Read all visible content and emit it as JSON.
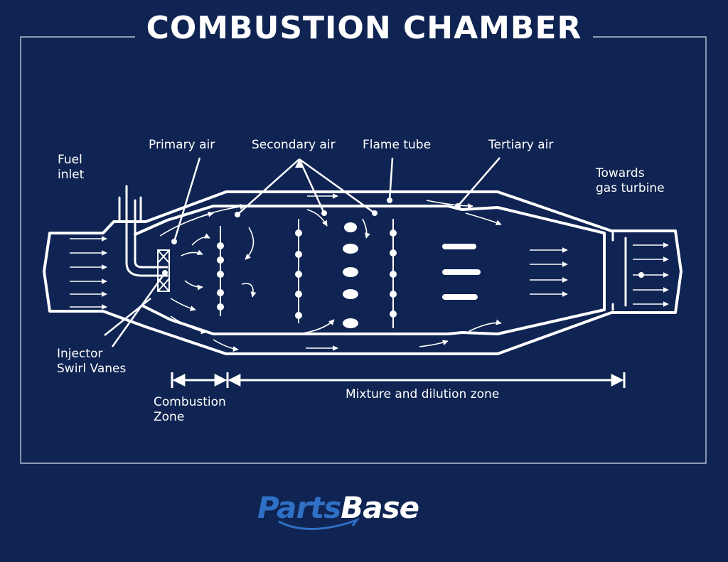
{
  "title": "COMBUSTION CHAMBER",
  "labels": {
    "fuel_inlet": "Fuel\ninlet",
    "primary_air": "Primary air",
    "secondary_air": "Secondary air",
    "flame_tube": "Flame tube",
    "tertiary_air": "Tertiary air",
    "towards_turbine": "Towards\ngas turbine",
    "injector": "Injector\nSwirl Vanes",
    "combustion_zone": "Combustion\nZone",
    "mixture_zone": "Mixture and dilution zone"
  },
  "logo": {
    "part1": "Parts",
    "part2": "Base"
  },
  "colors": {
    "background": "#0f2452",
    "line": "#ffffff",
    "logo_blue": "#2f6fc4"
  }
}
